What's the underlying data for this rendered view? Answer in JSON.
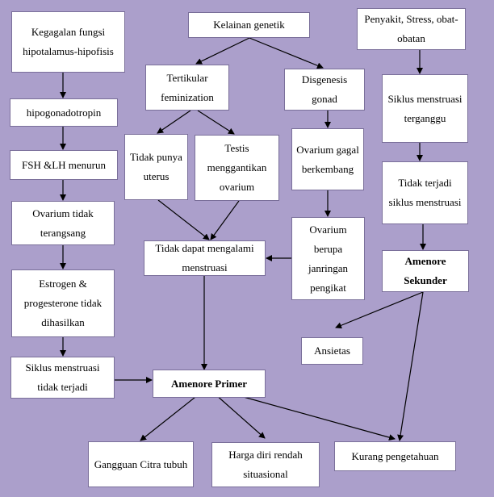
{
  "background_color": "#ab9fcb",
  "nodes": {
    "n1": "Kegagalan fungsi hipotalamus-hipofisis",
    "n2": "hipogonadotropin",
    "n3": "FSH &LH menurun",
    "n4": "Ovarium tidak terangsang",
    "n5": "Estrogen & progesterone tidak dihasilkan",
    "n6": "Siklus menstruasi tidak terjadi",
    "n7": "Kelainan genetik",
    "n8": "Tertikular feminization",
    "n9": "Disgenesis gonad",
    "n10": "Tidak punya uterus",
    "n11": "Testis menggantikan ovarium",
    "n12": "Ovarium gagal berkembang",
    "n13": "Tidak dapat mengalami menstruasi",
    "n14": "Ovarium berupa janringan pengikat",
    "n15": "Amenore Primer",
    "n16": "Penyakit, Stress, obat-obatan",
    "n17": "Siklus menstruasi terganggu",
    "n18": "Tidak terjadi siklus menstruasi",
    "n19": "Amenore Sekunder",
    "n20": "Ansietas",
    "n21": "Gangguan Citra tubuh",
    "n22": "Harga diri rendah situasional",
    "n23": "Kurang pengetahuan"
  }
}
